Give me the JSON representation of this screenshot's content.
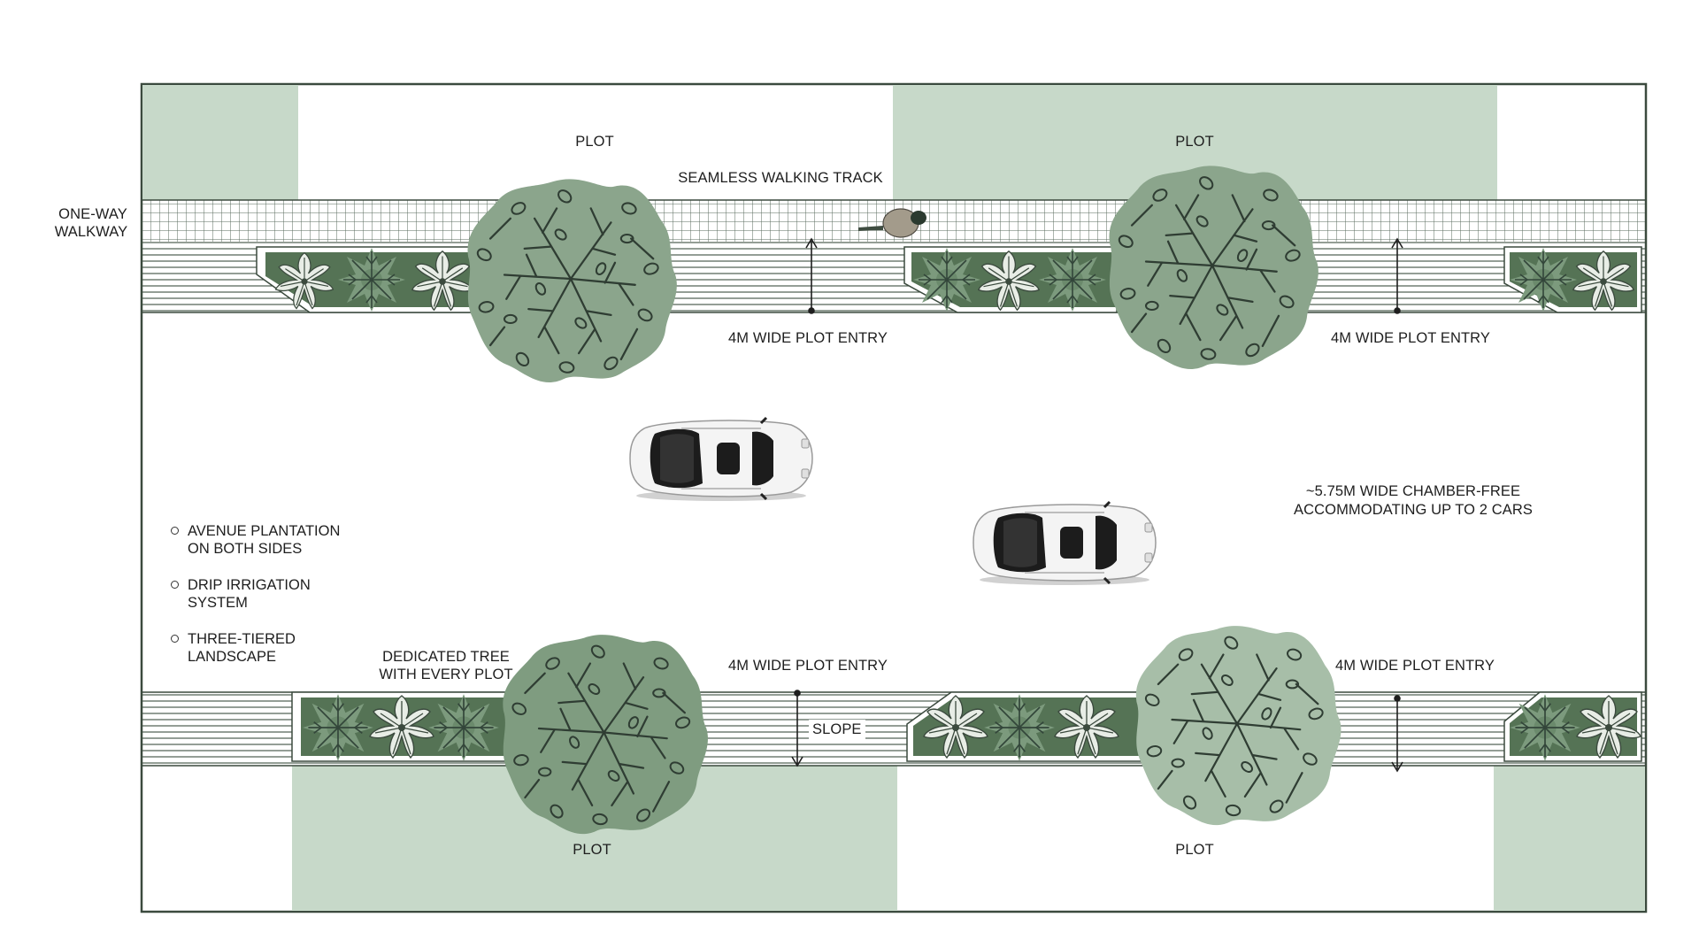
{
  "labels": {
    "plot_top_left": "PLOT",
    "plot_top_right": "PLOT",
    "plot_bottom_left": "PLOT",
    "plot_bottom_right": "PLOT",
    "walking_track": "SEAMLESS WALKING TRACK",
    "walkway_line1": "ONE-WAY",
    "walkway_line2": "WALKWAY",
    "entry_top_left": "4M WIDE PLOT ENTRY",
    "entry_top_right": "4M WIDE PLOT ENTRY",
    "entry_bottom_left": "4M WIDE PLOT ENTRY",
    "entry_bottom_right": "4M WIDE PLOT ENTRY",
    "road_width_line1": "~5.75M WIDE CHAMBER-FREE",
    "road_width_line2": "ACCOMMODATING UP TO 2 CARS",
    "tree_note_line1": "DEDICATED TREE",
    "tree_note_line2": "WITH EVERY PLOT",
    "slope": "SLOPE"
  },
  "legend": [
    {
      "line1": "AVENUE PLANTATION",
      "line2": "ON BOTH SIDES"
    },
    {
      "line1": "DRIP IRRIGATION",
      "line2": "SYSTEM"
    },
    {
      "line1": "THREE-TIERED",
      "line2": "LANDSCAPE"
    }
  ],
  "icons": [
    "tree-icon",
    "shrub-icon",
    "car-icon",
    "pedestrian-icon",
    "dimension-arrow-icon"
  ],
  "colors": {
    "plot_fill": "#c7d9c9",
    "planter_dark": "#557355",
    "tree_fill": "#8ba58c",
    "tree_fill_light": "#a7bea8",
    "outline": "#3b4a3e",
    "grid_line": "#5a6b5d"
  }
}
